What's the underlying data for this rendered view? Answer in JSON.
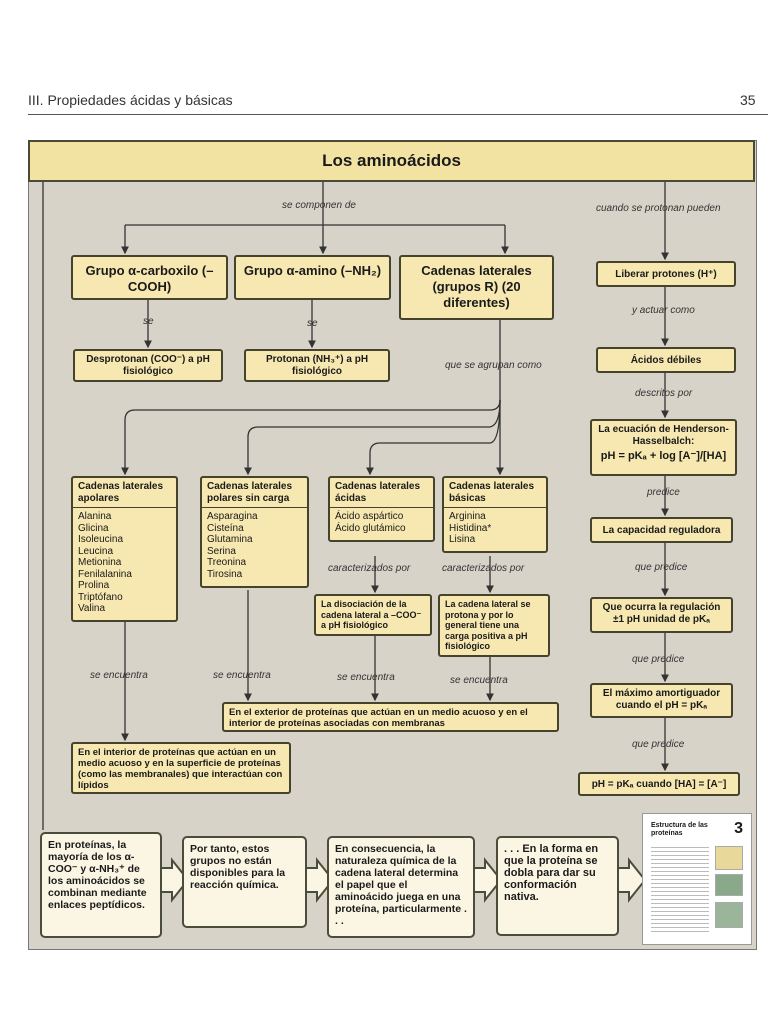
{
  "header": {
    "section": "III. Propiedades ácidas y básicas",
    "page_number": "35"
  },
  "title": "Los aminoácidos",
  "labels": {
    "se_componen_de": "se componen de",
    "cuando_se_protonan": "cuando se protonan pueden",
    "se1": "se",
    "se2": "se",
    "que_se_agrupan": "que se agrupan como",
    "y_actuar_como": "y actuar como",
    "descritos_por": "descritos por",
    "predice": "predice",
    "que_predice1": "que predice",
    "que_predice2": "que predice",
    "que_predice3": "que predice",
    "caracterizados1": "caracterizados por",
    "caracterizados2": "caracterizados por",
    "se_encuentra1": "se encuentra",
    "se_encuentra2": "se encuentra",
    "se_encuentra3": "se encuentra",
    "se_encuentra4": "se encuentra"
  },
  "groups": {
    "carboxilo": "Grupo α-carboxilo (–COOH)",
    "amino": "Grupo α-amino (–NH₂)",
    "laterales": "Cadenas laterales (grupos R) (20 diferentes)"
  },
  "actions": {
    "desprotonan": "Desprotonan (COO⁻) a pH fisiológico",
    "protonan": "Protonan (NH₃⁺) a pH fisiológico"
  },
  "right_column": {
    "liberar": "Liberar protones (H⁺)",
    "acidos": "Ácidos débiles",
    "ecuacion_title": "La ecuación de Henderson-Hasselbalch:",
    "ecuacion_formula": "pH = pKₐ + log [A⁻]/[HA]",
    "capacidad": "La capacidad reguladora",
    "regulacion": "Que ocurra la regulación ±1 pH unidad de pKₐ",
    "maximo": "El máximo amortiguador cuando el pH = pKₐ",
    "ph_eq": "pH = pKₐ cuando [HA] = [A⁻]"
  },
  "categories": [
    {
      "title": "Cadenas laterales apolares",
      "items": [
        "Alanina",
        "Glicina",
        "Isoleucina",
        "Leucina",
        "Metionina",
        "Fenilalanina",
        "Prolina",
        "Triptófano",
        "Valina"
      ]
    },
    {
      "title": "Cadenas laterales polares sin carga",
      "items": [
        "Asparagina",
        "Cisteína",
        "Glutamina",
        "Serina",
        "Treonina",
        "Tirosina"
      ]
    },
    {
      "title": "Cadenas laterales ácidas",
      "items": [
        "Ácido aspártico",
        "Ácido glutámico"
      ]
    },
    {
      "title": "Cadenas laterales básicas",
      "items": [
        "Arginina",
        "Histidina*",
        "Lisina"
      ]
    }
  ],
  "characteristics": {
    "acidas": "La disociación de la cadena lateral a –COO⁻ a pH fisiológico",
    "basicas": "La cadena lateral se protona y por lo general tiene una carga positiva a pH fisiológico"
  },
  "locations": {
    "exterior": "En el exterior de proteínas que actúan en un medio acuoso y en el interior de proteínas asociadas con membranas",
    "interior": "En el interior de proteínas que actúan en un medio acuoso y en la superficie de proteínas (como las membranales) que interactúan con lípidos"
  },
  "callouts": [
    "En proteínas, la mayoría de los α-COO⁻ y α-NH₃⁺ de los aminoácidos se combinan mediante enlaces peptídicos.",
    "Por tanto, estos grupos no están disponibles para la reacción química.",
    "En consecuencia, la naturaleza química de la cadena lateral determina el papel que el aminoácido juega en una proteína, particularmente . . .",
    ". . . En la forma en que la proteína se dobla para dar su conformación nativa."
  ],
  "thumbnail": {
    "title": "Estructura de las proteínas",
    "number": "3"
  },
  "colors": {
    "box_fill": "#f6e8b0",
    "panel": "#d7d3c8",
    "callout": "#fbf6e4"
  }
}
